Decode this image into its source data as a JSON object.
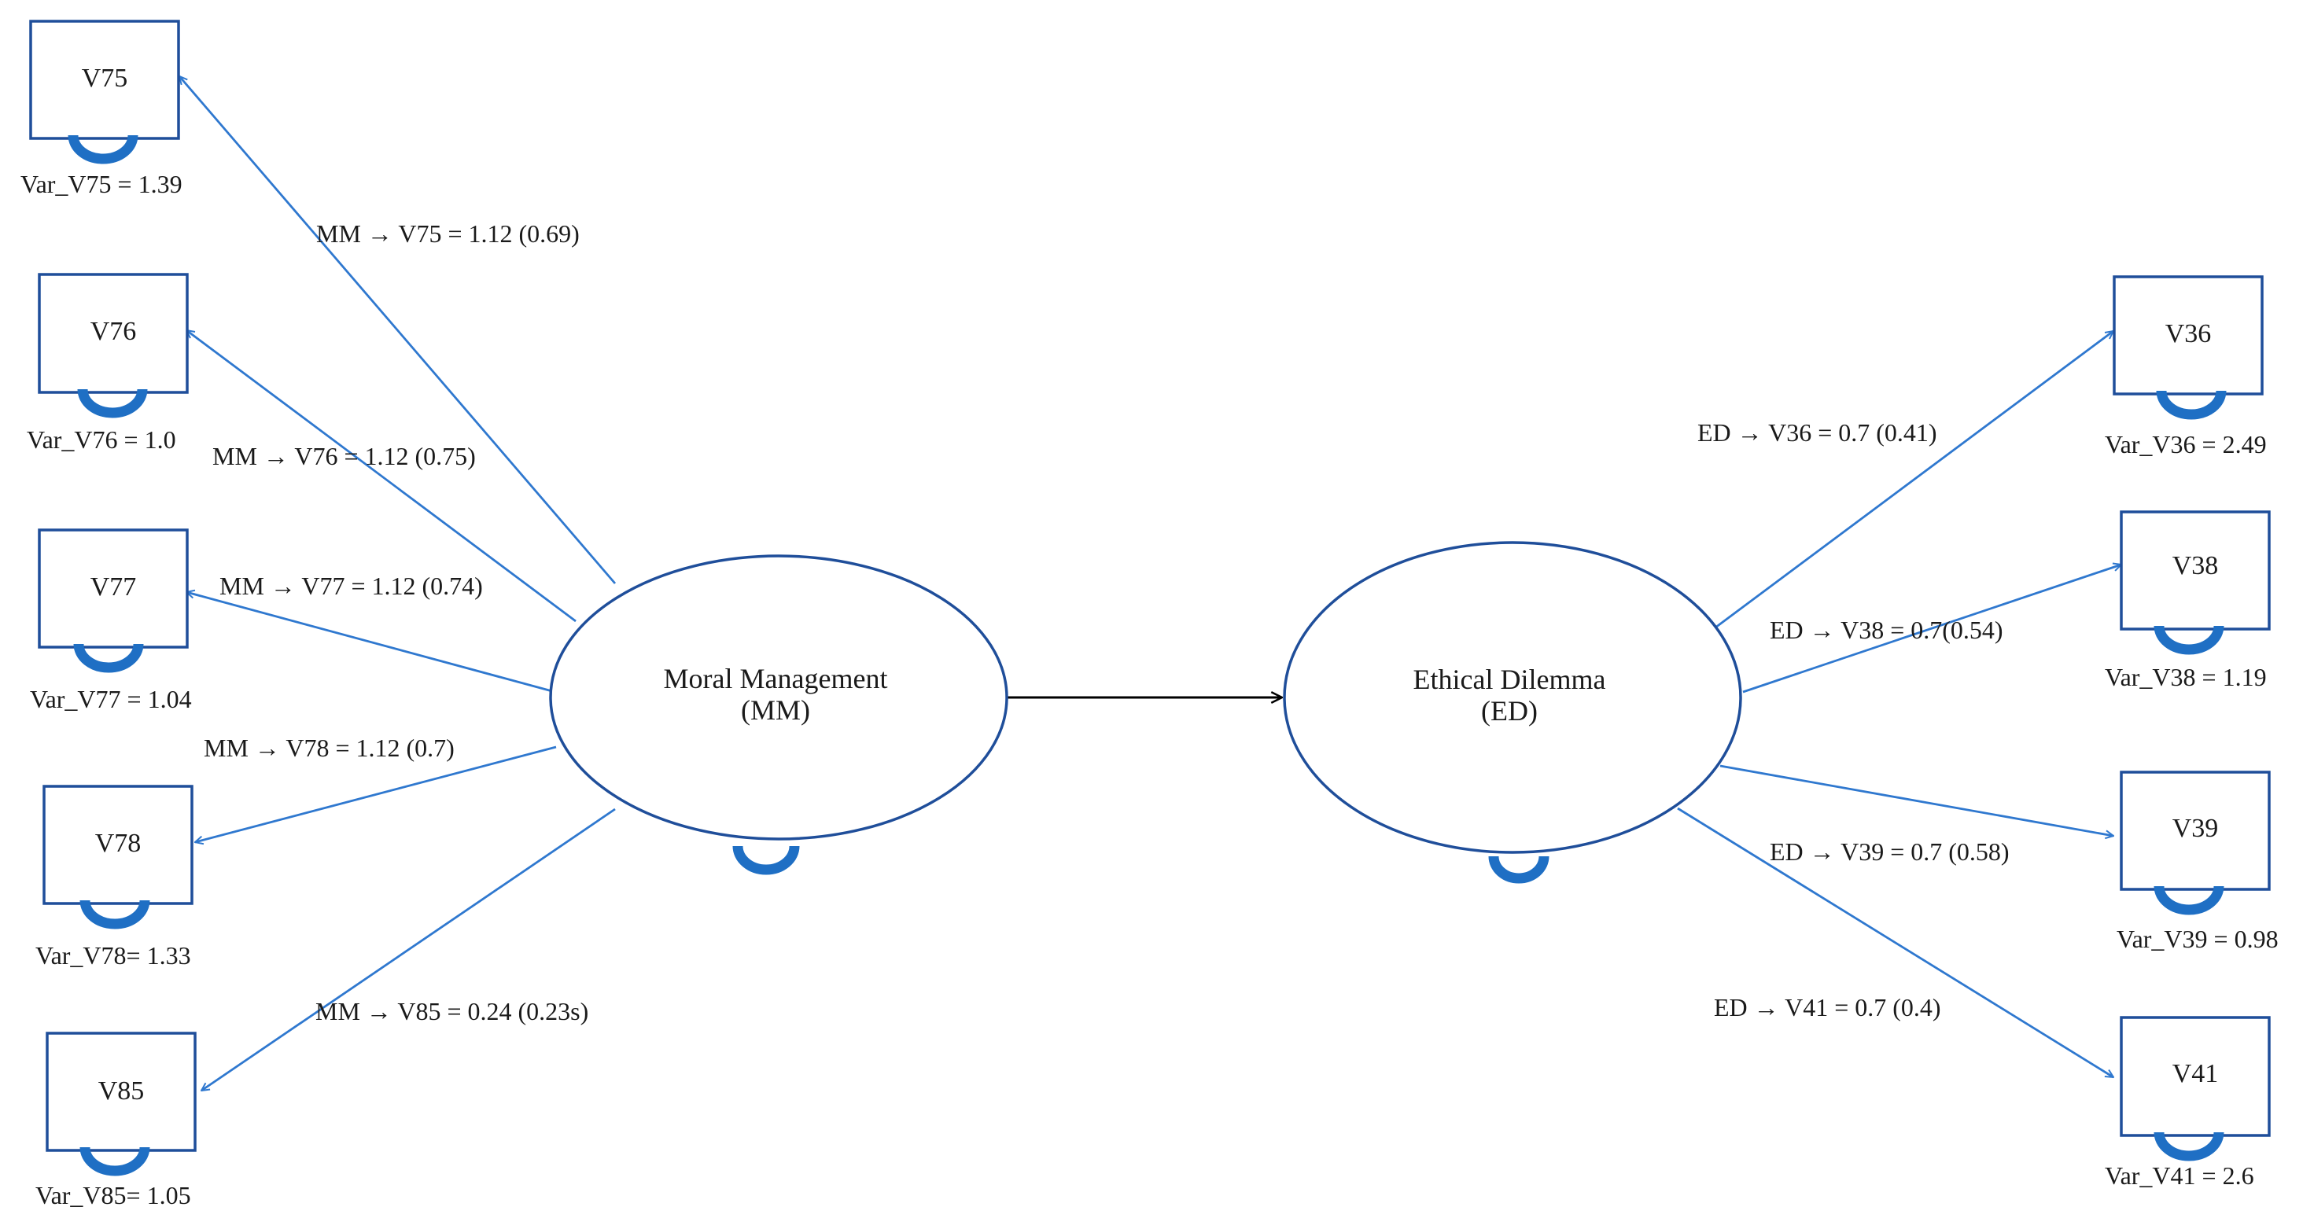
{
  "diagram": {
    "colors": {
      "path": "#2f78cf",
      "box_border": "#1f4e9a",
      "error_arc": "#1f6fc4",
      "structural": "#000000"
    },
    "latents": {
      "mm": {
        "line1": "Moral Management",
        "line2": "(MM)"
      },
      "ed": {
        "line1": "Ethical Dilemma",
        "line2": "(ED)"
      }
    },
    "indicators": {
      "v75": {
        "name": "V75",
        "variance": "Var_V75 = 1.39",
        "path_label": "MM → V75 = 1.12 (0.69)"
      },
      "v76": {
        "name": "V76",
        "variance": "Var_V76 = 1.0",
        "path_label": "MM → V76 = 1.12 (0.75)"
      },
      "v77": {
        "name": "V77",
        "variance": "Var_V77 = 1.04",
        "path_label": "MM → V77 = 1.12 (0.74)"
      },
      "v78": {
        "name": "V78",
        "variance": "Var_V78= 1.33",
        "path_label": "MM → V78 = 1.12 (0.7)"
      },
      "v85": {
        "name": "V85",
        "variance": "Var_V85= 1.05",
        "path_label": "MM → V85 = 0.24 (0.23s)"
      },
      "v36": {
        "name": "V36",
        "variance": "Var_V36 = 2.49",
        "path_label": "ED → V36 = 0.7 (0.41)"
      },
      "v38": {
        "name": "V38",
        "variance": "Var_V38 = 1.19",
        "path_label": "ED → V38 = 0.7(0.54)"
      },
      "v39": {
        "name": "V39",
        "variance": "Var_V39 = 0.98",
        "path_label": "ED → V39 = 0.7 (0.58)"
      },
      "v41": {
        "name": "V41",
        "variance": "Var_V41 = 2.6",
        "path_label": "ED → V41 = 0.7 (0.4)"
      }
    }
  }
}
